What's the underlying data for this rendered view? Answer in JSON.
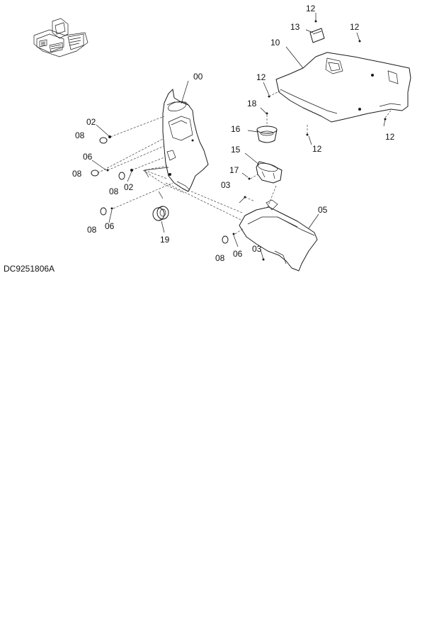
{
  "diagram": {
    "drawing_code": "DC9251806A",
    "callouts": [
      {
        "id": "c00",
        "text": "00"
      },
      {
        "id": "c02a",
        "text": "02"
      },
      {
        "id": "c08a",
        "text": "08"
      },
      {
        "id": "c06a",
        "text": "06"
      },
      {
        "id": "c08b",
        "text": "08"
      },
      {
        "id": "c08c",
        "text": "08"
      },
      {
        "id": "c02b",
        "text": "02"
      },
      {
        "id": "c08d",
        "text": "08"
      },
      {
        "id": "c06b",
        "text": "06"
      },
      {
        "id": "c19",
        "text": "19"
      },
      {
        "id": "c12a",
        "text": "12"
      },
      {
        "id": "c13",
        "text": "13"
      },
      {
        "id": "c12b",
        "text": "12"
      },
      {
        "id": "c10",
        "text": "10"
      },
      {
        "id": "c12c",
        "text": "12"
      },
      {
        "id": "c18",
        "text": "18"
      },
      {
        "id": "c16",
        "text": "16"
      },
      {
        "id": "c12d",
        "text": "12"
      },
      {
        "id": "c12e",
        "text": "12"
      },
      {
        "id": "c15",
        "text": "15"
      },
      {
        "id": "c17",
        "text": "17"
      },
      {
        "id": "c03a",
        "text": "03"
      },
      {
        "id": "c05",
        "text": "05"
      },
      {
        "id": "c03b",
        "text": "03"
      },
      {
        "id": "c06c",
        "text": "06"
      },
      {
        "id": "c08e",
        "text": "08"
      }
    ]
  }
}
